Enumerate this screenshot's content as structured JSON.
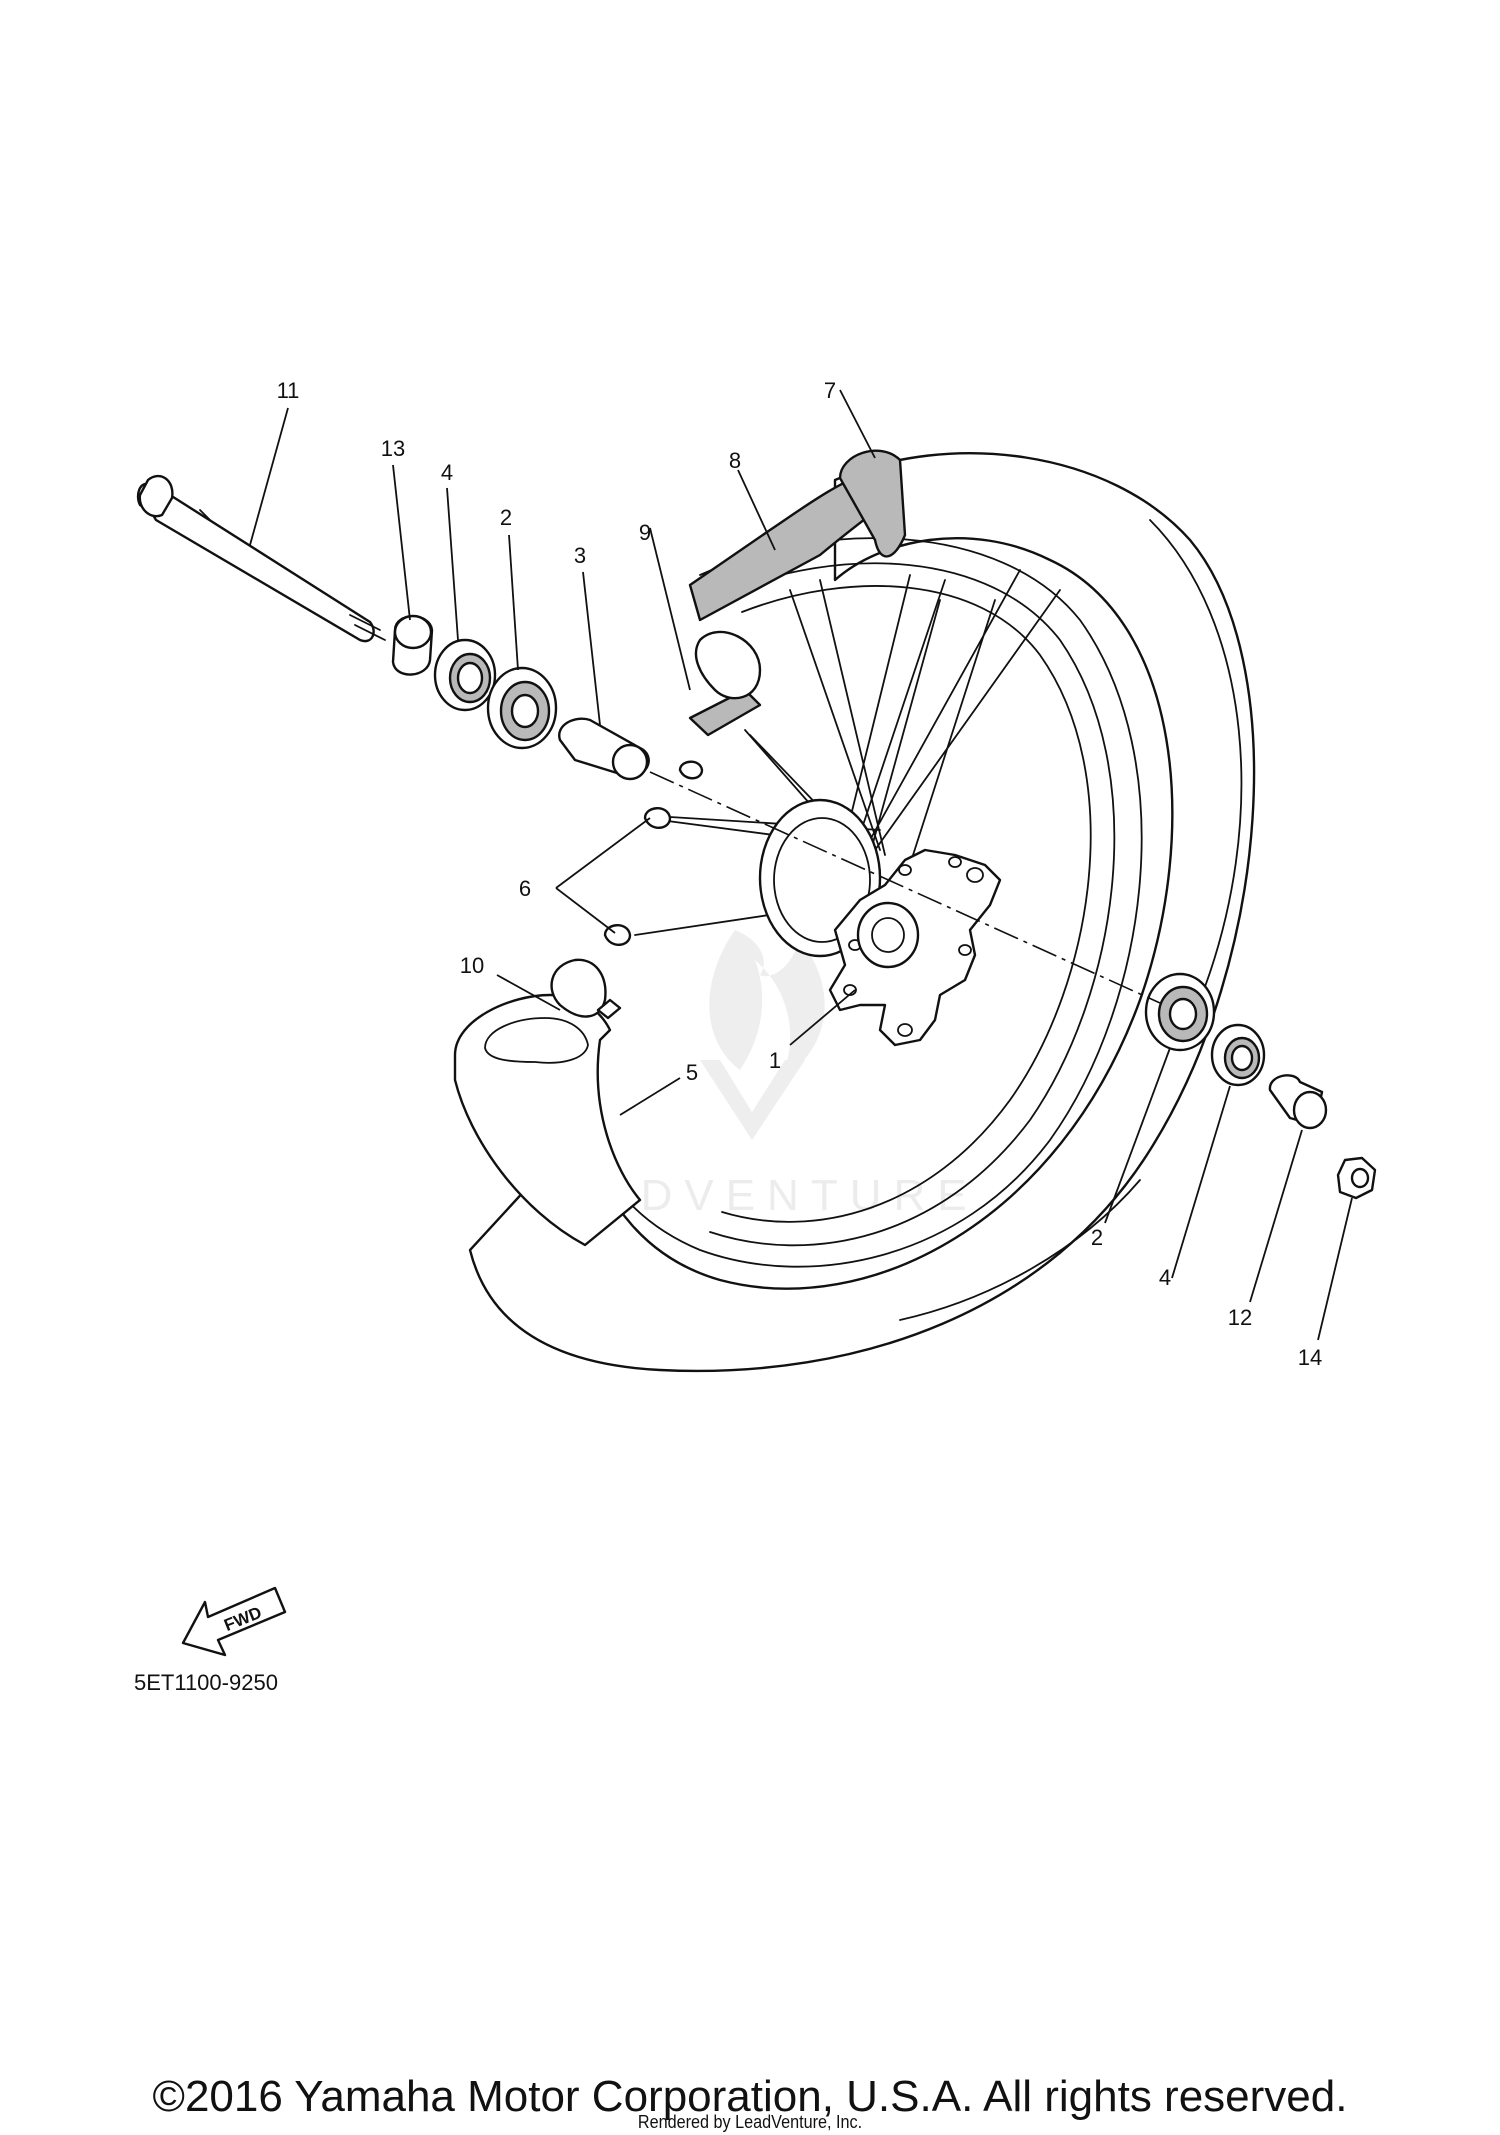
{
  "diagram": {
    "catalog_code": "5ET1100-9250",
    "fwd_badge": "FWD",
    "watermark_text": "LEADVENTURE",
    "callouts": {
      "c1": "1",
      "c2a": "2",
      "c2b": "2",
      "c3": "3",
      "c4a": "4",
      "c4b": "4",
      "c5": "5",
      "c6": "6",
      "c7": "7",
      "c8": "8",
      "c9": "9",
      "c10": "10",
      "c11": "11",
      "c12": "12",
      "c13": "13",
      "c14": "14"
    }
  },
  "footer": {
    "copyright": "©2016 Yamaha Motor Corporation, U.S.A. All rights reserved.",
    "rendered_by": "Rendered by LeadVenture, Inc."
  }
}
